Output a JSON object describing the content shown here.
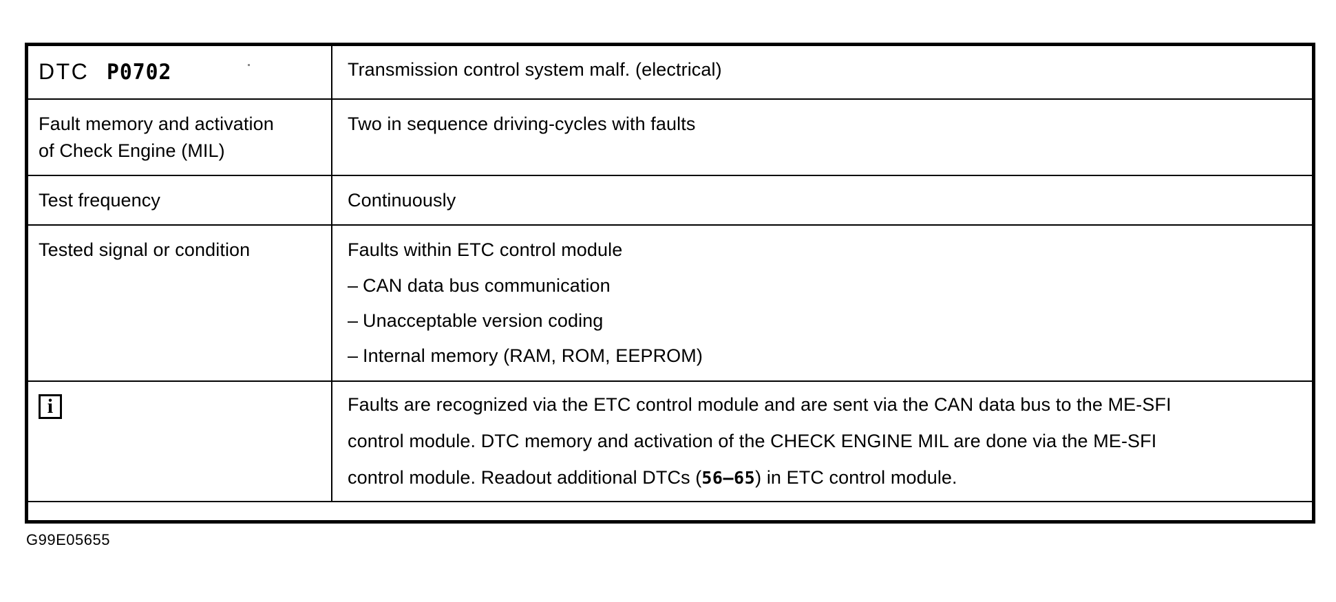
{
  "document": {
    "kind": "dtc-reference-table",
    "caption": "G99E05655"
  },
  "table": {
    "rows": [
      {
        "id": "dtc-code",
        "label_prefix": "DTC",
        "label_code": "P0702",
        "value": "Transmission control system malf. (electrical)"
      },
      {
        "id": "fault-memory",
        "label_line1": "Fault memory and activation",
        "label_line2": "of Check Engine (MIL)",
        "value": "Two in sequence driving-cycles with faults"
      },
      {
        "id": "test-frequency",
        "label": "Test frequency",
        "value": "Continuously"
      },
      {
        "id": "tested-signal",
        "label": "Tested signal or condition",
        "value_lead": "Faults within ETC control module",
        "bullet_marker": "–",
        "bullets": [
          "CAN data bus communication",
          "Unacceptable version coding",
          "Internal memory (RAM, ROM, EEPROM)"
        ]
      },
      {
        "id": "note",
        "icon_glyph": "i",
        "paragraphs": [
          "Faults are recognized via the ETC control module and are sent via the CAN data bus to the ME-SFI",
          "control module.  DTC memory and activation of the CHECK ENGINE MIL are done via the ME-SFI",
          "control module.  Readout additional DTCs (",
          ") in ETC control module."
        ],
        "dtc_range": "56–65"
      }
    ]
  },
  "colors": {
    "ink": "#000000",
    "paper": "#ffffff"
  }
}
